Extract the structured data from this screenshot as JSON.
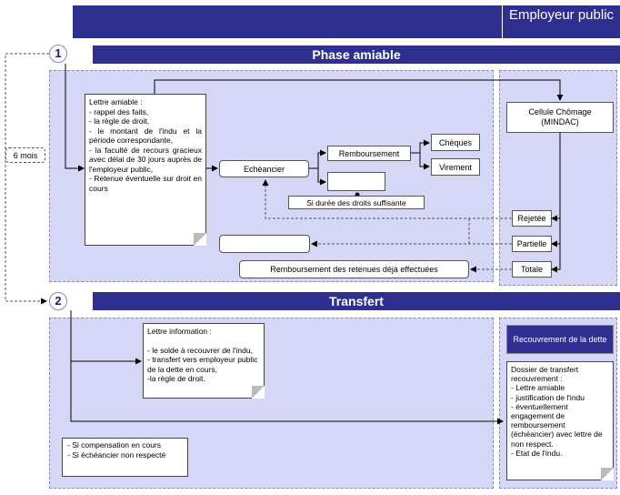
{
  "header": {
    "employer_title": "Employeur public"
  },
  "phases": [
    {
      "number": "1",
      "title": "Phase amiable"
    },
    {
      "number": "2",
      "title": "Transfert"
    }
  ],
  "timer_label": "6 mois",
  "phase1": {
    "letter_title": "Lettre amiable :",
    "letter_items": [
      "- rappel des faits,",
      "- la règle de droit,",
      "- le montant de l'indu et la période correspondante,",
      "- la faculté de recours gracieux avec délai de 30 jours auprès de l'employeur public,",
      "- Retenue éventuelle sur droit en cours"
    ],
    "echeancier": "Echéancier",
    "remboursement": "Remboursement",
    "cheques": "Chèques",
    "virement": "Virement",
    "condition": "Si durée des droits suffisante",
    "cellule": "Cellule Chômage (MINDAC)",
    "rejetee": "Rejetée",
    "partielle": "Partielle",
    "totale": "Totale",
    "remboursement_retenues": "Remboursement des retenues déjà effectuées"
  },
  "phase2": {
    "info_title": "Lettre information :",
    "info_items": [
      "- le solde à recouvrer de l'indu,",
      "- transfert vers employeur public de la dette en cours,",
      "-la règle de droit."
    ],
    "conditions": [
      "- Si compensation en cours",
      "- Si échéancier non respecté"
    ],
    "recouvrement": "Recouvrement de la dette",
    "dossier_title": "Dossier de transfert recouvrement :",
    "dossier_items": [
      "- Lettre amiable",
      "- justification de l'indu",
      "- éventuellement engagement de remboursement (échéancier) avec lettre de non respect.",
      "- Etat de l'indu."
    ]
  }
}
